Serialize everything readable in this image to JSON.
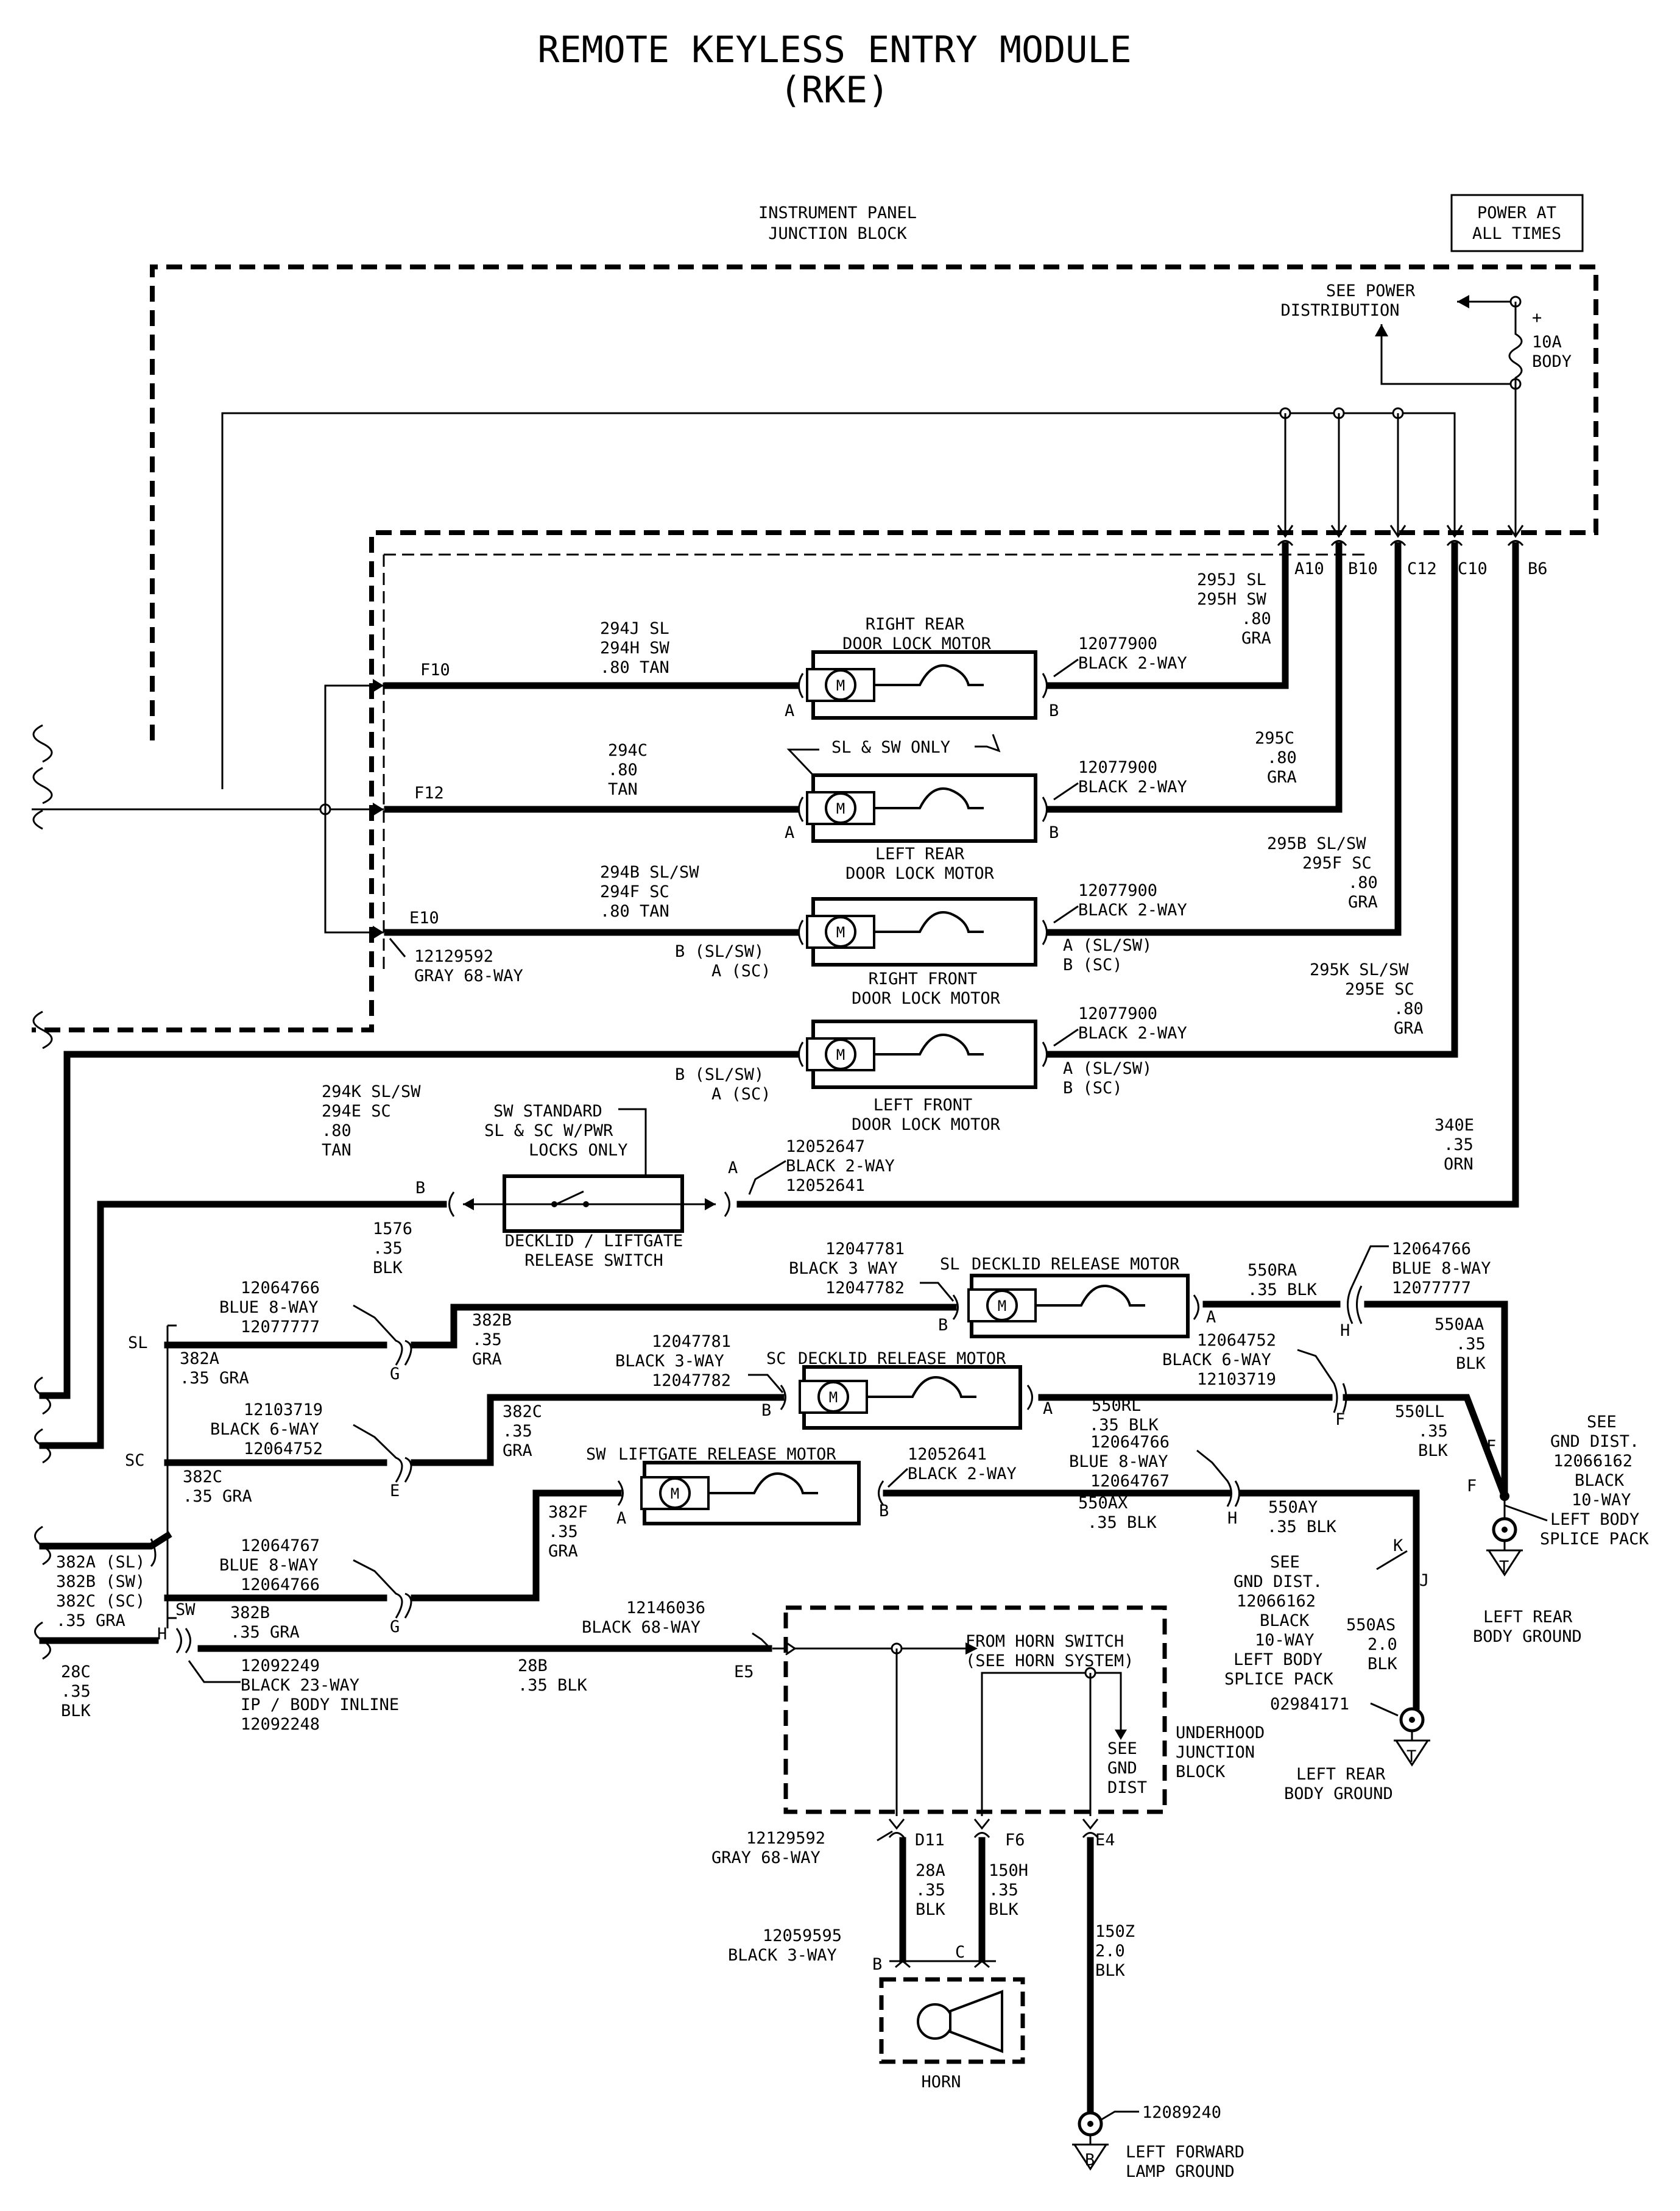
{
  "title": [
    "REMOTE KEYLESS ENTRY MODULE",
    "(RKE)"
  ],
  "ipjb": {
    "label": [
      "INSTRUMENT PANEL",
      "JUNCTION BLOCK"
    ],
    "power_box": [
      "POWER AT",
      "ALL TIMES"
    ],
    "see_power": [
      "SEE POWER",
      "DISTRIBUTION"
    ],
    "fuse_plus": "+",
    "fuse_label": [
      "10A",
      "BODY"
    ],
    "terminals": [
      "A10",
      "B10",
      "C12",
      "C10",
      "B6"
    ],
    "connector_ref": [
      "12129592",
      "GRAY 68-WAY"
    ]
  },
  "ipjb_pins": {
    "f10": "F10",
    "f12": "F12",
    "e10": "E10"
  },
  "wires": {
    "w294j": [
      "294J  SL",
      "294H  SW",
      ".80     TAN"
    ],
    "w294c": [
      "294C",
      ".80",
      "TAN"
    ],
    "w294b": [
      "294B  SL/SW",
      "294F  SC",
      ".80     TAN"
    ],
    "w294k": [
      "294K SL/SW",
      "294E SC",
      ".80",
      "TAN"
    ],
    "w295j": [
      "295J  SL",
      "295H  SW",
      ".80",
      "GRA"
    ],
    "w295c": [
      "295C",
      ".80",
      "GRA"
    ],
    "w295b": [
      "295B  SL/SW",
      "295F  SC",
      ".80",
      "GRA"
    ],
    "w295k": [
      "295K SL/SW",
      "295E SC",
      ".80",
      "GRA"
    ],
    "w340e": [
      "340E",
      ".35",
      "ORN"
    ],
    "w1576": [
      "1576",
      ".35",
      "BLK"
    ],
    "w382a": [
      "382A",
      ".35   GRA"
    ],
    "w382b": [
      "382B",
      ".35",
      "GRA"
    ],
    "w382c_left": [
      "382C",
      ".35   GRA"
    ],
    "w382c_right": [
      "382C",
      ".35",
      "GRA"
    ],
    "w382f": [
      "382F",
      ".35",
      "GRA"
    ],
    "w382b_low": [
      "382B",
      ".35   GRA"
    ],
    "w382_bundle": [
      "382A (SL)",
      "382B (SW)",
      "382C (SC)",
      ".35    GRA"
    ],
    "w28c": [
      "28C",
      ".35",
      "BLK"
    ],
    "w28b": [
      "28B",
      ".35   BLK"
    ],
    "w550ra": [
      "550RA",
      ".35 BLK"
    ],
    "w550rl": [
      "550RL",
      ".35   BLK"
    ],
    "w550ax": [
      "550AX",
      ".35   BLK"
    ],
    "w550ay": [
      "550AY",
      ".35  BLK"
    ],
    "w550aa": [
      "550AA",
      ".35",
      "BLK"
    ],
    "w550ll": [
      "550LL",
      ".35",
      "BLK"
    ],
    "w550as": [
      "550AS",
      "2.0",
      "BLK"
    ],
    "w28a": [
      "28A",
      ".35",
      "BLK"
    ],
    "w150h": [
      "150H",
      ".35",
      "BLK"
    ],
    "w150z": [
      "150Z",
      "2.0",
      "BLK"
    ]
  },
  "motors": {
    "rr": {
      "name": [
        "RIGHT REAR",
        "DOOR LOCK MOTOR"
      ],
      "pin_a": "A",
      "pin_b": "B",
      "conn": [
        "12077900",
        "BLACK  2-WAY"
      ]
    },
    "lr": {
      "name": [
        "LEFT REAR",
        "DOOR LOCK MOTOR"
      ],
      "pin_a": "A",
      "pin_b": "B",
      "conn": [
        "12077900",
        "BLACK  2-WAY"
      ],
      "note": "SL & SW ONLY"
    },
    "rf": {
      "name": [
        "RIGHT FRONT",
        "DOOR LOCK MOTOR"
      ],
      "pin_left": [
        "B (SL/SW)",
        "A (SC)"
      ],
      "pin_right": [
        "A (SL/SW)",
        "B (SC)"
      ],
      "conn": [
        "12077900",
        "BLACK  2-WAY"
      ]
    },
    "lf": {
      "name": [
        "LEFT FRONT",
        "DOOR LOCK MOTOR"
      ],
      "pin_left": [
        "B (SL/SW)",
        "A (SC)"
      ],
      "pin_right": [
        "A (SL/SW)",
        "B (SC)"
      ],
      "conn": [
        "12077900",
        "BLACK  2-WAY"
      ]
    }
  },
  "switch": {
    "name": [
      "DECKLID / LIFTGATE",
      "RELEASE  SWITCH"
    ],
    "note": [
      "SW STANDARD",
      "SL & SC W/PWR",
      "LOCKS ONLY"
    ],
    "pin_b": "B",
    "pin_a": "A",
    "conn": [
      "12052647",
      "BLACK 2-WAY",
      "12052641"
    ]
  },
  "release_motors": {
    "sl": {
      "name": "DECKLID RELEASE MOTOR",
      "prefix": "SL",
      "pin_b": "B",
      "pin_a": "A",
      "conn": [
        "12047781",
        "BLACK 3 WAY",
        "12047782"
      ]
    },
    "sc": {
      "name": "DECKLID RELEASE MOTOR",
      "prefix": "SC",
      "pin_b": "B",
      "pin_a": "A",
      "conn": [
        "12047781",
        "BLACK 3-WAY",
        "12047782"
      ]
    },
    "sw": {
      "name": "LIFTGATE RELEASE MOTOR",
      "prefix": "SW",
      "pin_a": "A",
      "pin_b": "B",
      "conn": [
        "12052641",
        "BLACK 2-WAY"
      ]
    }
  },
  "connectors": {
    "left_sl": {
      "ref": [
        "12064766",
        "BLUE 8-WAY",
        "12077777"
      ],
      "pin": "G"
    },
    "left_sc": {
      "ref": [
        "12103719",
        "BLACK 6-WAY",
        "12064752"
      ],
      "pin": "E"
    },
    "left_sw": {
      "ref": [
        "12064767",
        "BLUE 8-WAY",
        "12064766"
      ],
      "pin": "G"
    },
    "right_sl": {
      "ref": [
        "12064766",
        "BLUE 8-WAY",
        "12077777"
      ],
      "pin": "H"
    },
    "right_sc": {
      "ref": [
        "12064752",
        "BLACK 6-WAY",
        "12103719"
      ],
      "pin": "F"
    },
    "right_sw": {
      "ref": [
        "12064766",
        "BLUE 8-WAY",
        "12064767"
      ],
      "pin": "H"
    },
    "ip_body": {
      "ref": [
        "12092249",
        "BLACK 23-WAY",
        "IP / BODY INLINE",
        "12092248"
      ],
      "pin": "H"
    },
    "ujb_in": {
      "ref": [
        "12146036",
        "BLACK  68-WAY"
      ],
      "pin": "E5"
    },
    "ujb_out": {
      "ref": [
        "12129592",
        "GRAY  68-WAY"
      ],
      "pins": [
        "D11",
        "F6",
        "E4"
      ]
    },
    "horn_conn": {
      "ref": [
        "12059595",
        "BLACK 3-WAY"
      ],
      "pins": [
        "B",
        "C"
      ]
    }
  },
  "bundle_labels": {
    "sl": "SL",
    "sc": "SC",
    "sw": "SW"
  },
  "splice_pins": {
    "f1": "F",
    "f2": "F",
    "k": "K",
    "j": "J"
  },
  "grounds": {
    "gnd_dist_right": [
      "SEE",
      "GND DIST.",
      "12066162",
      "BLACK",
      "10-WAY",
      "LEFT BODY",
      "SPLICE PACK"
    ],
    "left_rear_1": [
      "LEFT REAR",
      "BODY GROUND"
    ],
    "gnd_dist_mid": [
      "SEE",
      "GND DIST.",
      "12066162",
      "BLACK",
      "10-WAY",
      "LEFT BODY",
      "SPLICE PACK"
    ],
    "part_02984171": "02984171",
    "left_rear_2": [
      "LEFT REAR",
      "BODY GROUND"
    ],
    "part_12089240": "12089240",
    "left_fwd": [
      "LEFT FORWARD",
      "LAMP GROUND"
    ],
    "symbol_t": "T",
    "symbol_b": "B"
  },
  "ujb": {
    "label": [
      "UNDERHOOD",
      "JUNCTION",
      "BLOCK"
    ],
    "from_horn": [
      "FROM HORN SWITCH",
      "(SEE HORN SYSTEM)"
    ],
    "see_gnd": [
      "SEE",
      "GND",
      "DIST"
    ]
  },
  "horn": {
    "label": "HORN"
  }
}
